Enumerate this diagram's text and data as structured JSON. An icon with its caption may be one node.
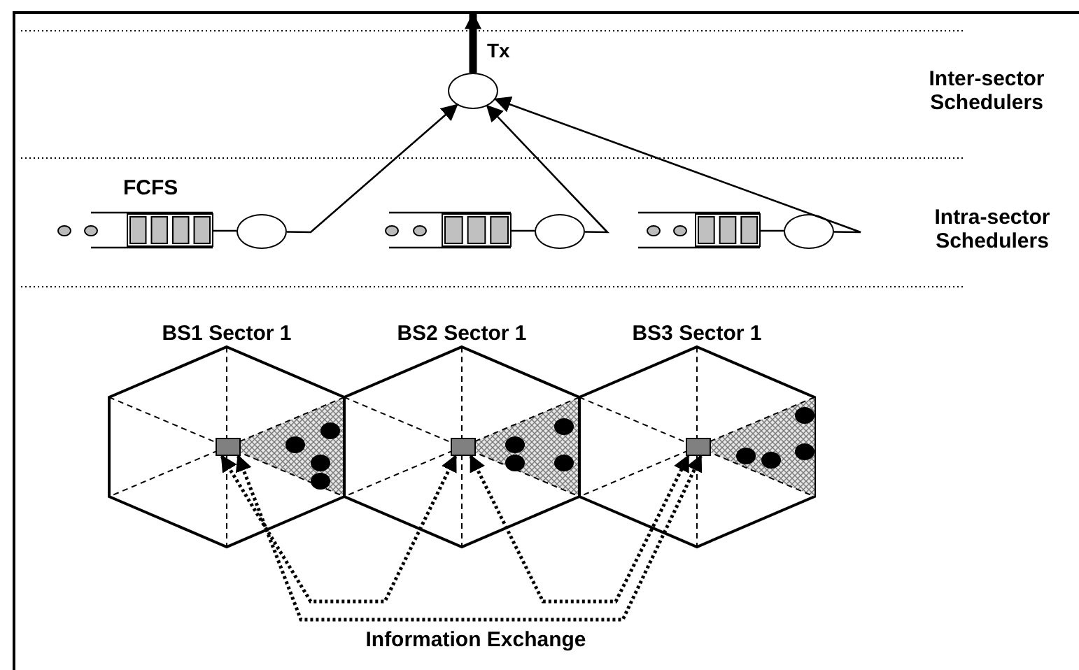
{
  "diagram": {
    "nodes": [
      {
        "text": [],
        "shape": "circle"
      },
      {
        "text": [],
        "shape": "circle"
      },
      {
        "text": [],
        "shape": "circle"
      },
      {
        "text": [],
        "shape": "circle"
      },
      {
        "text": [
          "BS1 Sector 1"
        ]
      },
      {
        "text": [
          "BS2 Sector 1"
        ]
      },
      {
        "text": [
          "BS3 Sector 1"
        ]
      },
      {
        "text": [],
        "shape": "box",
        "in": 4
      },
      {
        "text": [],
        "shape": "box",
        "in": 5
      },
      {
        "text": [],
        "shape": "box",
        "in": 6
      }
    ],
    "edges": [
      {
        "from": 0,
        "to": null,
        "arrow": "to",
        "label": "Tx",
        "style": "thick"
      },
      {
        "from": 1,
        "to": 0,
        "arrow": "to"
      },
      {
        "from": 2,
        "to": 0,
        "arrow": "to"
      },
      {
        "from": 3,
        "to": 0,
        "arrow": "to"
      },
      {
        "from": 7,
        "to": 8,
        "arrow": "both",
        "style": "dashed"
      },
      {
        "from": 8,
        "to": 9,
        "arrow": "both",
        "style": "dashed"
      },
      {
        "from": 7,
        "to": 9,
        "arrow": "both",
        "style": "dashed"
      }
    ],
    "labels": [
      "Inter-sector Schedulers",
      "FCFS",
      "Intra-sector Schedulers",
      "Information Exchange"
    ]
  }
}
